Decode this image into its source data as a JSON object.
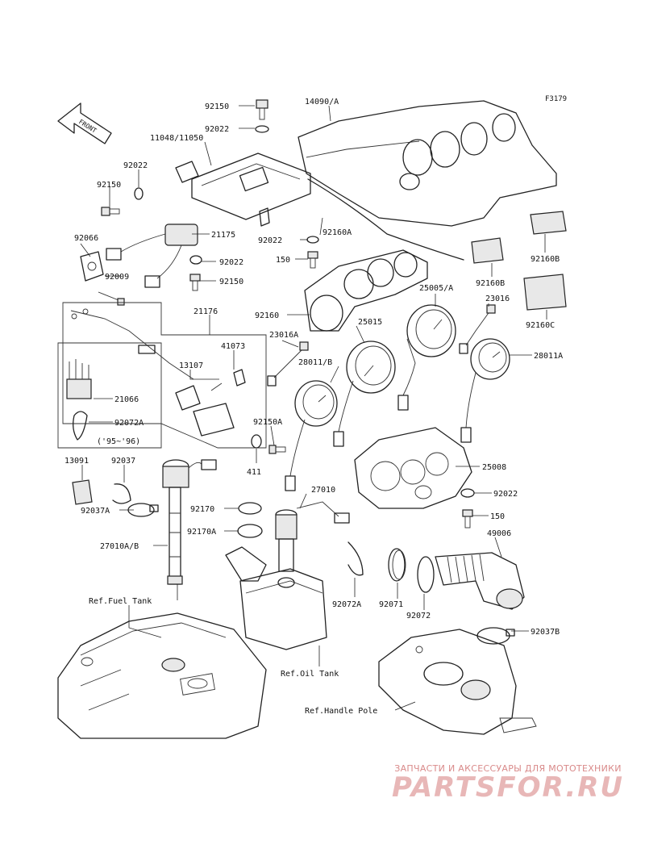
{
  "figure_code": "F3179",
  "front_arrow": "FRONT",
  "labels": {
    "p92150_top": "92150",
    "p92022_top": "92022",
    "p14090a": "14090/A",
    "p11048": "11048/11050",
    "p92022_l": "92022",
    "p92150_l": "92150",
    "p92066": "92066",
    "p21175": "21175",
    "p92022_m": "92022",
    "p92150_m": "92150",
    "p92009": "92009",
    "p92022_c": "92022",
    "p92160a": "92160A",
    "p150_c": "150",
    "p92160b_r": "92160B",
    "p92160b_c": "92160B",
    "p25005a": "25005/A",
    "p23016": "23016",
    "p92160c": "92160C",
    "p92160": "92160",
    "p21176": "21176",
    "p23016a": "23016A",
    "p25015": "25015",
    "p41073": "41073",
    "p28011b": "28011/B",
    "p28011a": "28011A",
    "p13107": "13107",
    "p21066": "21066",
    "p92072a_box": "92072A",
    "p95_96": "('95~'96)",
    "p92150a": "92150A",
    "p411": "411",
    "p13091": "13091",
    "p92037": "92037",
    "p25008": "25008",
    "p92037a": "92037A",
    "p27010": "27010",
    "p92022_r": "92022",
    "p92170": "92170",
    "p150_r": "150",
    "p92170a": "92170A",
    "p49006": "49006",
    "p27010ab": "27010A/B",
    "ref_fuel": "Ref.Fuel Tank",
    "p92072a": "92072A",
    "p92071": "92071",
    "p92072": "92072",
    "p92037b": "92037B",
    "ref_oil": "Ref.Oil Tank",
    "ref_handle": "Ref.Handle Pole"
  },
  "watermark": {
    "tagline": "ЗАПЧАСТИ И АКСЕССУАРЫ ДЛЯ МОТОТЕХНИКИ",
    "logo": "PARTSFOR.RU"
  }
}
